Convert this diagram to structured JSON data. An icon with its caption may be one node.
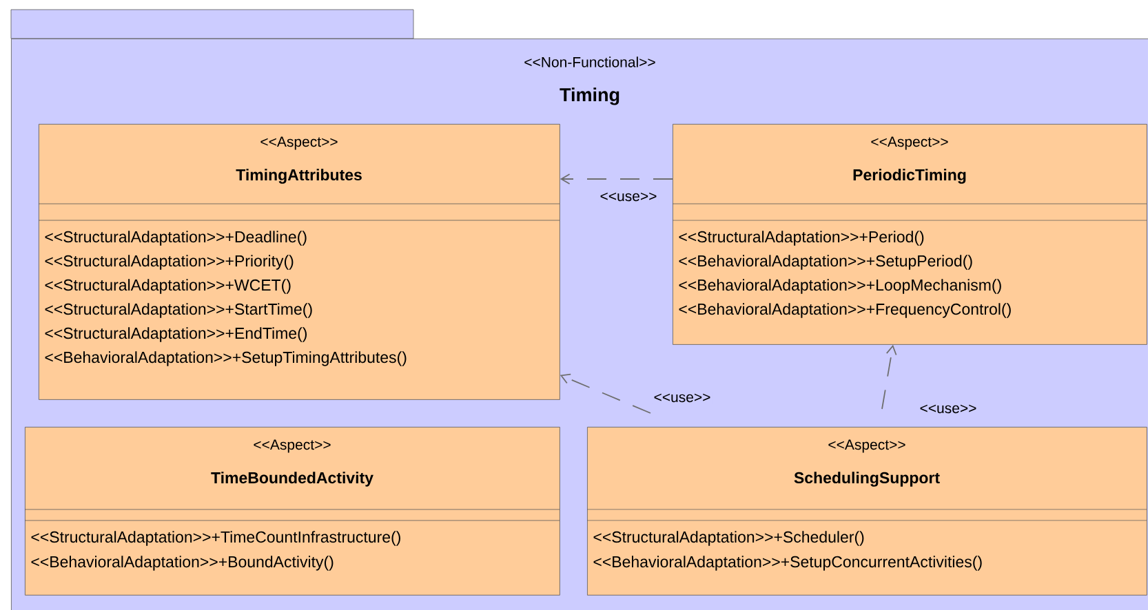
{
  "diagram": {
    "nodes": [
      {
        "text": [
          "<<Non-Functional>>",
          "Timing"
        ]
      },
      {
        "text": [
          "<<Aspect>>",
          "TimingAttributes",
          "<<StructuralAdaptation>>+Deadline()",
          "<<StructuralAdaptation>>+Priority()",
          "<<StructuralAdaptation>>+WCET()",
          "<<StructuralAdaptation>>+StartTime()",
          "<<StructuralAdaptation>>+EndTime()",
          "<<BehavioralAdaptation>>+SetupTimingAttributes()"
        ],
        "in": 0
      },
      {
        "text": [
          "<<Aspect>>",
          "PeriodicTiming",
          "<<StructuralAdaptation>>+Period()",
          "<<BehavioralAdaptation>>+SetupPeriod()",
          "<<BehavioralAdaptation>>+LoopMechanism()",
          "<<BehavioralAdaptation>>+FrequencyControl()"
        ],
        "in": 0
      },
      {
        "text": [
          "<<Aspect>>",
          "TimeBoundedActivity",
          "<<StructuralAdaptation>>+TimeCountInfrastructure()",
          "<<BehavioralAdaptation>>+BoundActivity()"
        ],
        "in": 0
      },
      {
        "text": [
          "<<Aspect>>",
          "SchedulingSupport",
          "<<StructuralAdaptation>>+Scheduler()",
          "<<BehavioralAdaptation>>+SetupConcurrentActivities()"
        ],
        "in": 0
      }
    ],
    "edges": [
      {
        "from": 2,
        "to": 1,
        "arrow": "to",
        "style": "dashed",
        "label": "<<use>>"
      },
      {
        "from": 4,
        "to": 1,
        "arrow": "to",
        "style": "dashed",
        "label": "<<use>>"
      },
      {
        "from": 4,
        "to": 2,
        "arrow": "to",
        "style": "dashed",
        "label": "<<use>>"
      }
    ]
  }
}
